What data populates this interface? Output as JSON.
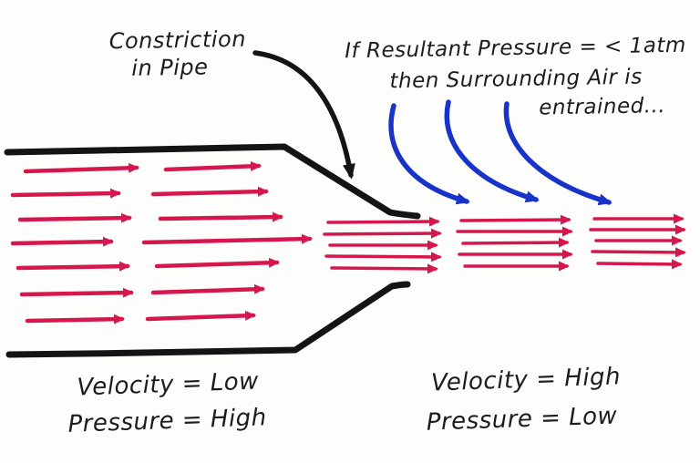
{
  "labels": {
    "constriction": {
      "line1": "Constriction",
      "line2": "in Pipe"
    },
    "entrainment_note": {
      "line1": "If Resultant Pressure = < 1atm",
      "line2": "then Surrounding Air is",
      "line3": "entrained..."
    },
    "left_state": {
      "velocity": "Velocity = Low",
      "pressure": "Pressure = High"
    },
    "right_state": {
      "velocity": "Velocity = High",
      "pressure": "Pressure = Low"
    }
  },
  "colors": {
    "flow_arrow": "#d6174d",
    "air_arrow": "#1733c8",
    "pipe_wall": "#141414",
    "ink": "#1c1c1c"
  }
}
